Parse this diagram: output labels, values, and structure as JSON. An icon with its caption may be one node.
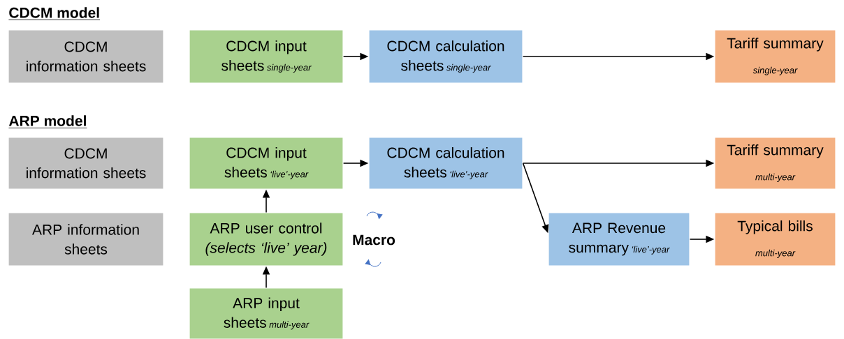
{
  "diagram": {
    "nodes": [
      {
        "text": [
          "CDCM information sheets"
        ]
      },
      {
        "text": [
          "CDCM input sheets",
          "single-year"
        ]
      },
      {
        "text": [
          "CDCM calculation sheets",
          "single-year"
        ]
      },
      {
        "text": [
          "Tariff summary",
          "single-year"
        ]
      },
      {
        "text": [
          "CDCM information sheets"
        ]
      },
      {
        "text": [
          "CDCM input sheets",
          "‘live’-year"
        ]
      },
      {
        "text": [
          "CDCM calculation sheets",
          "‘live’-year"
        ]
      },
      {
        "text": [
          "Tariff summary",
          "multi-year"
        ]
      },
      {
        "text": [
          "ARP information sheets"
        ]
      },
      {
        "text": [
          "ARP user control",
          "(selects ‘live’ year)"
        ]
      },
      {
        "text": [
          "ARP Revenue summary",
          "‘live’-year"
        ]
      },
      {
        "text": [
          "Typical bills",
          "multi-year"
        ]
      },
      {
        "text": [
          "ARP input sheets",
          "multi-year"
        ]
      }
    ],
    "edges": [
      {
        "from": 1,
        "to": 2,
        "arrow": "to"
      },
      {
        "from": 2,
        "to": 3,
        "arrow": "to"
      },
      {
        "from": 5,
        "to": 6,
        "arrow": "to"
      },
      {
        "from": 6,
        "to": 7,
        "arrow": "to"
      },
      {
        "from": 6,
        "to": 10,
        "arrow": "to"
      },
      {
        "from": 10,
        "to": 11,
        "arrow": "to"
      },
      {
        "from": 9,
        "to": 5,
        "arrow": "to"
      },
      {
        "from": 12,
        "to": 9,
        "arrow": "to"
      }
    ],
    "labels": [
      "CDCM model",
      "ARP model",
      "Macro"
    ]
  }
}
